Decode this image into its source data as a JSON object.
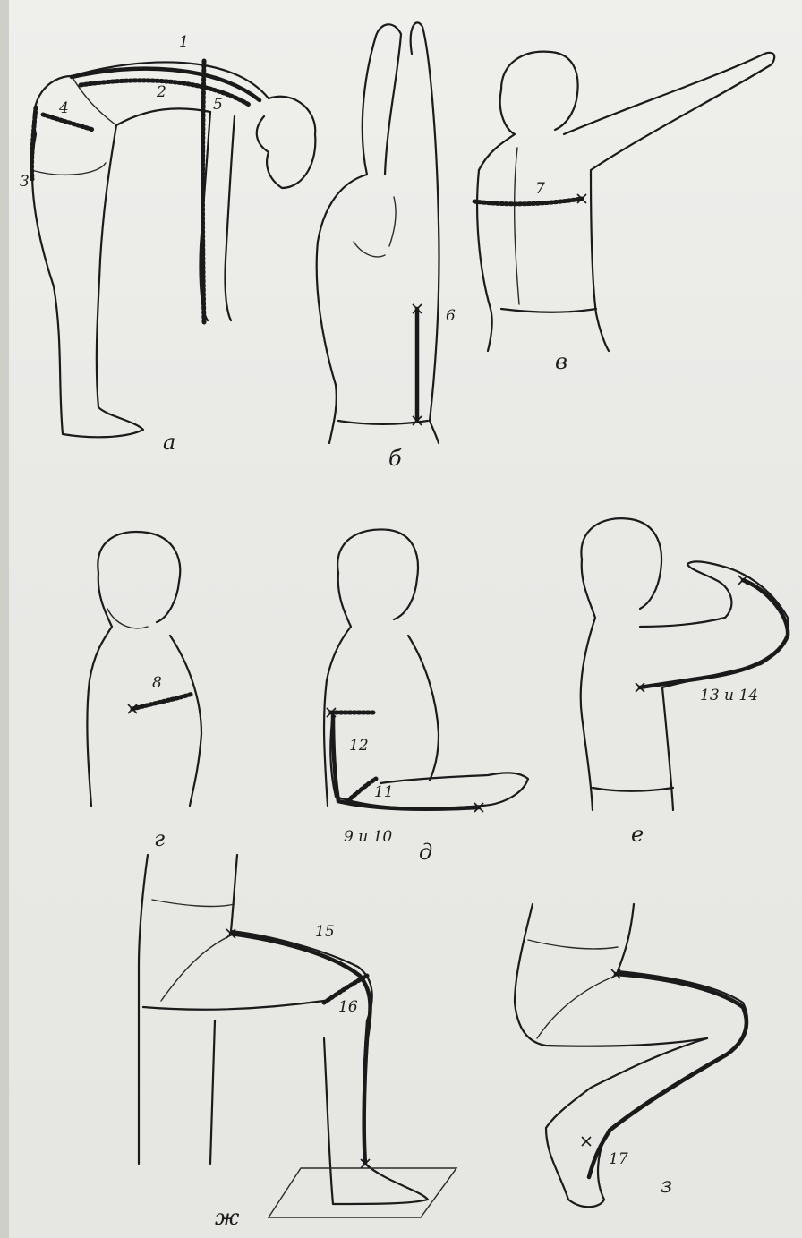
{
  "figure_labels": {
    "a": "а",
    "b": "б",
    "v": "в",
    "g": "г",
    "d": "д",
    "e": "е",
    "zh": "ж",
    "z": "з"
  },
  "measurement_labels": {
    "m1": "1",
    "m2": "2",
    "m3": "3",
    "m4": "4",
    "m5": "5",
    "m6": "6",
    "m7": "7",
    "m8": "8",
    "m9_10": "9 и 10",
    "m11": "11",
    "m12": "12",
    "m13_14": "13 и 14",
    "m15": "15",
    "m16": "16",
    "m17": "17"
  }
}
